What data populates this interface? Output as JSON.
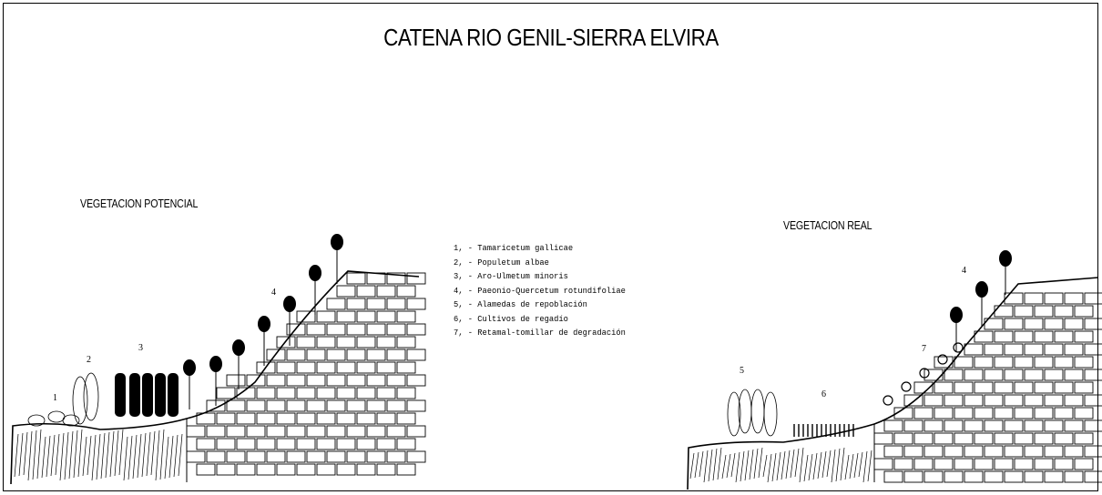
{
  "title": "CATENA RIO GENIL-SIERRA ELVIRA",
  "sections": {
    "potencial": "VEGETACION POTENCIAL",
    "real": "VEGETACION REAL"
  },
  "legend": [
    "1, - Tamaricetum gallicae",
    "2, - Populetum albae",
    "3, - Aro-Ulmetum minoris",
    "4, - Paeonio-Quercetum rotundifoliae",
    "5, - Alamedas de repoblación",
    "6, - Cultivos de regadío",
    "7, - Retamal-tomillar de degradación"
  ],
  "zone_numbers_left": [
    "1",
    "2",
    "3",
    "4"
  ],
  "zone_numbers_right": [
    "5",
    "6",
    "7",
    "4"
  ]
}
